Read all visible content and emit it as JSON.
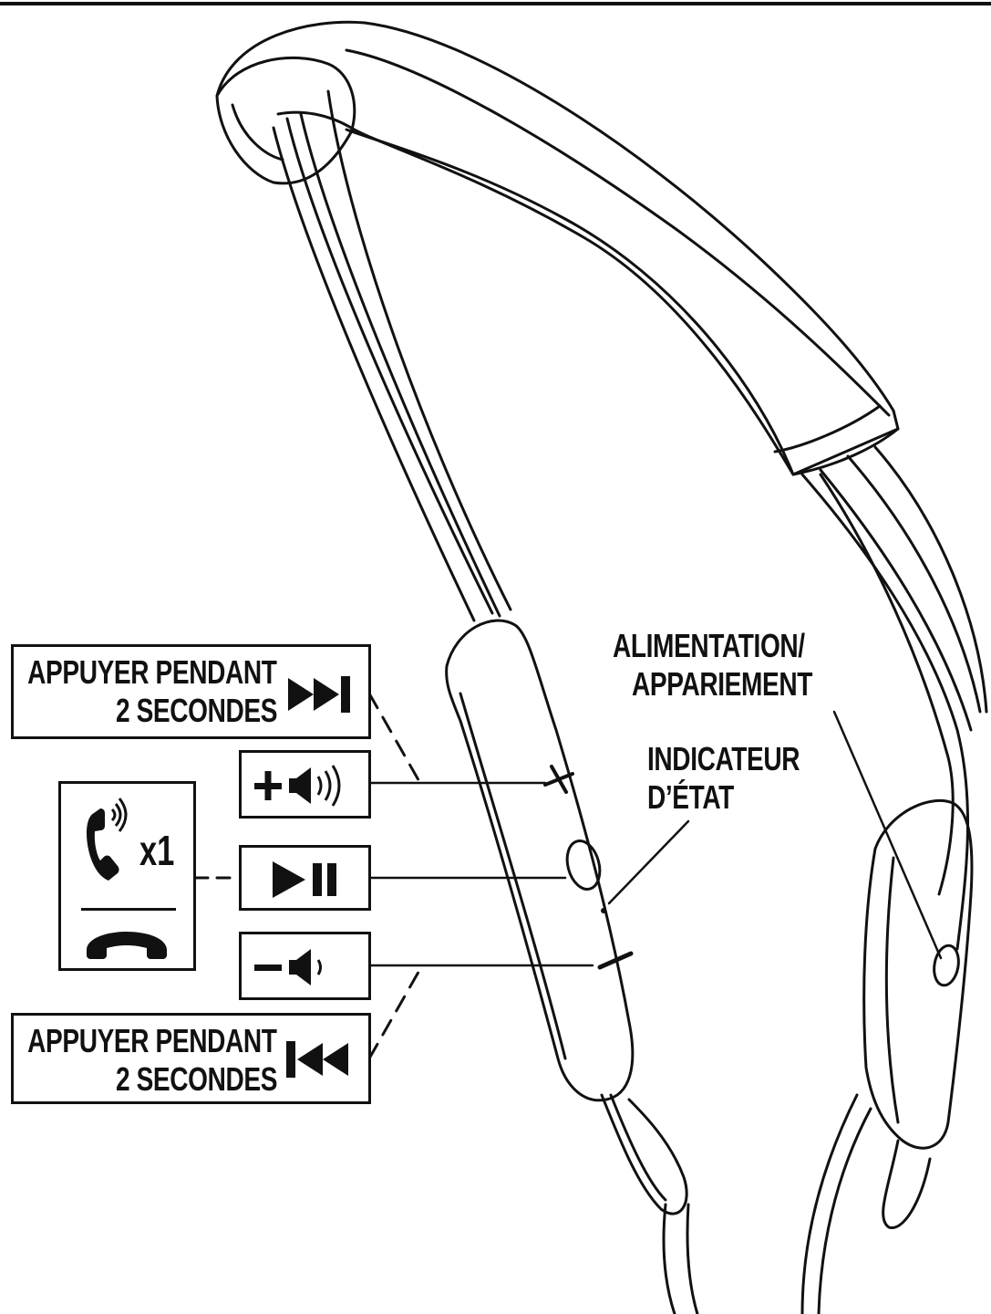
{
  "buttons": {
    "next_track": {
      "action_line1": "APPUYER PENDANT",
      "action_line2": "2 SECONDES",
      "icon": "next-track-icon"
    },
    "volume_up": {
      "icon": "volume-up-icon"
    },
    "play_pause": {
      "icon": "play-pause-icon"
    },
    "volume_down": {
      "icon": "volume-down-icon"
    },
    "prev_track": {
      "action_line1": "APPUYER PENDANT",
      "action_line2": "2 SECONDES",
      "icon": "previous-track-icon"
    },
    "call": {
      "answer_icon": "incoming-call-icon",
      "count": "x1",
      "end_icon": "end-call-icon"
    }
  },
  "labels": {
    "power_line1": "ALIMENTATION/",
    "power_line2": "APPARIEMENT",
    "status_line1": "INDICATEUR",
    "status_line2": "D’ÉTAT"
  }
}
